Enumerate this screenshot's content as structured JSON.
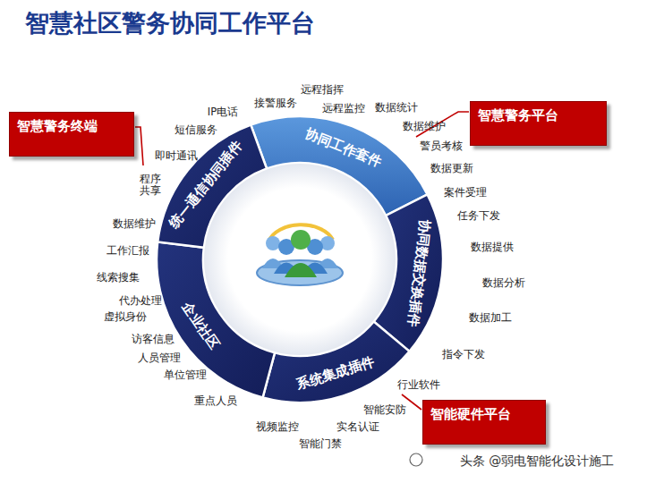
{
  "diagram": {
    "title": "智慧社区警务协同工作平台",
    "nodes": [
      {
        "text": [
          "协同工作套件"
        ]
      },
      {
        "text": [
          "协同数据交换插件"
        ]
      },
      {
        "text": [
          "系统集成插件"
        ]
      },
      {
        "text": [
          "企业社区"
        ]
      },
      {
        "text": [
          "统一通信协同插件"
        ]
      },
      {
        "text": [
          "智慧警务终端"
        ]
      },
      {
        "text": [
          "智慧警务平台"
        ]
      },
      {
        "text": [
          "智能硬件平台"
        ]
      }
    ],
    "labels": [
      "IP电话",
      "接警服务",
      "远程指挥",
      "远程监控",
      "数据统计",
      "数据维护",
      "警员考核",
      "数据更新",
      "案件受理",
      "任务下发",
      "数据提供",
      "数据分析",
      "数据加工",
      "指令下发",
      "行业软件",
      "智能安防",
      "实名认证",
      "智能门禁",
      "视频监控",
      "重点人员",
      "单位管理",
      "人员管理",
      "访客信息",
      "虚拟身份",
      "代办处理",
      "线索搜集",
      "工作汇报",
      "数据维护",
      "程序 共享",
      "即时通讯",
      "短信服务",
      "头条 @弱电智能化设计施工"
    ]
  }
}
